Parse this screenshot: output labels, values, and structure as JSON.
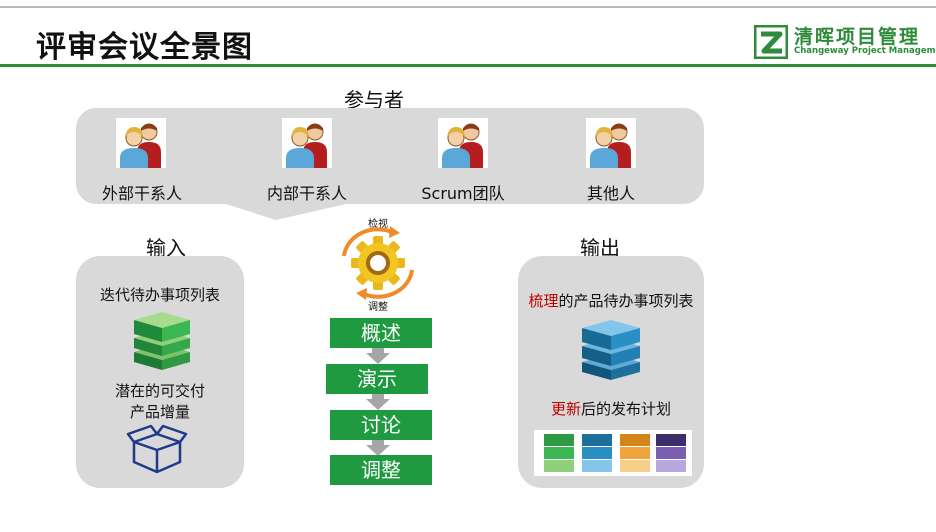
{
  "header": {
    "title": "评审会议全景图"
  },
  "logo": {
    "name_cn": "清晖项目管理",
    "name_en": "Changeway Project Management"
  },
  "participants": {
    "label": "参与者",
    "items": [
      {
        "label": "外部干系人"
      },
      {
        "label": "内部干系人"
      },
      {
        "label": "Scrum团队"
      },
      {
        "label": "其他人"
      }
    ]
  },
  "input": {
    "label": "输入",
    "item1": "迭代待办事项列表",
    "item2_line1": "潜在的可交付",
    "item2_line2": "产品增量"
  },
  "cycle": {
    "top_label": "检视",
    "bottom_label": "调整"
  },
  "steps": [
    "概述",
    "演示",
    "讨论",
    "调整"
  ],
  "output": {
    "label": "输出",
    "item1_highlight": "梳理",
    "item1_rest": "的产品待办事项列表",
    "item2_highlight": "更新",
    "item2_rest": "后的发布计划"
  },
  "colors": {
    "brand_green": "#2e8b3a",
    "step_green": "#1f9a41",
    "highlight_red": "#c00000",
    "panel_gray": "#d9d9d9"
  }
}
